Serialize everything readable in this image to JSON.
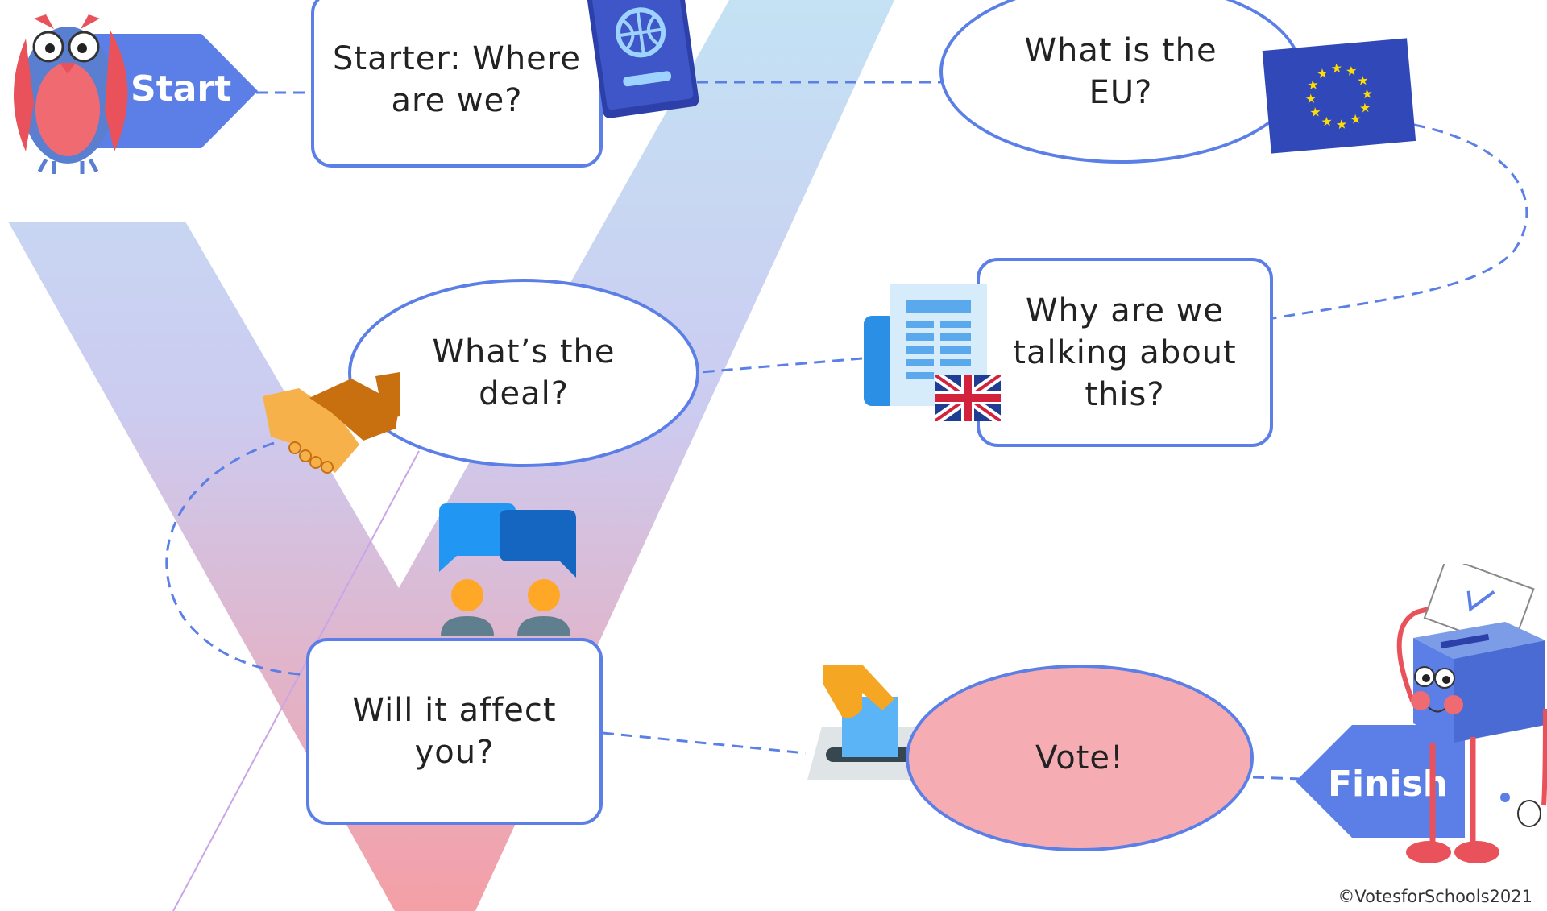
{
  "nodes": {
    "start": "Start",
    "starter": "Starter: Where\nare we?",
    "what_eu": "What is the\nEU?",
    "why": "Why are we\ntalking about\nthis?",
    "deal": "What’s the\ndeal?",
    "affect": "Will it affect\nyou?",
    "vote": "Vote!",
    "finish": "Finish"
  },
  "footer": {
    "copyright": "©VotesforSchools2021"
  },
  "colors": {
    "box_border": "#5b7fe6",
    "arrow_fill": "#5b7fe6",
    "vote_fill": "#f5adb3",
    "path_dash": "#5b7fe6"
  },
  "icons": [
    "owl-mascot-icon",
    "passport-icon",
    "eu-flag-icon",
    "newspaper-icon",
    "uk-flag-icon",
    "handshake-icon",
    "chat-people-icon",
    "ballot-hand-icon",
    "ballot-box-mascot-icon"
  ]
}
